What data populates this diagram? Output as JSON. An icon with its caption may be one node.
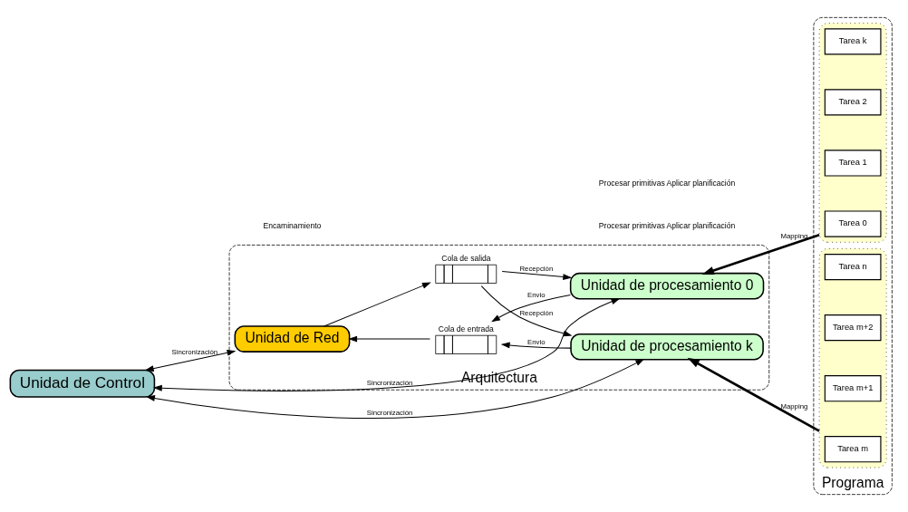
{
  "diagram": {
    "nodes": [
      {
        "text": [
          "Unidad de Control"
        ]
      },
      {
        "text": [
          "Arquitectura"
        ]
      },
      {
        "text": [
          "Unidad de Red"
        ],
        "in": 1
      },
      {
        "text": [
          "Cola de entrada"
        ],
        "in": 1
      },
      {
        "text": [
          "Cola de salida"
        ],
        "in": 1
      },
      {
        "text": [
          "Unidad de procesamiento 0"
        ],
        "in": 1
      },
      {
        "text": [
          "Unidad de procesamiento k"
        ],
        "in": 1
      },
      {
        "text": [
          "Programa"
        ]
      },
      {
        "text": [],
        "shape": "box",
        "in": 7
      },
      {
        "text": [
          "Tarea 0"
        ],
        "in": 8
      },
      {
        "text": [
          "Tarea 1"
        ],
        "in": 8
      },
      {
        "text": [
          "Tarea 2"
        ],
        "in": 8
      },
      {
        "text": [
          "Tarea k"
        ],
        "in": 8
      },
      {
        "text": [],
        "shape": "box",
        "in": 7
      },
      {
        "text": [
          "Tarea m"
        ],
        "in": 13
      },
      {
        "text": [
          "Tarea m+1"
        ],
        "in": 13
      },
      {
        "text": [
          "Tarea m+2"
        ],
        "in": 13
      },
      {
        "text": [
          "Tarea n"
        ],
        "in": 13
      }
    ],
    "edges": [
      {
        "from": 5,
        "to": 0,
        "arrow": "both",
        "label": "Sincronización"
      },
      {
        "from": 0,
        "to": 2,
        "arrow": "both",
        "label": "Sincronización"
      },
      {
        "from": 6,
        "to": 0,
        "arrow": "both",
        "label": "Sincronización"
      },
      {
        "from": 3,
        "to": 2,
        "arrow": "to"
      },
      {
        "from": 2,
        "to": 4,
        "arrow": "to"
      },
      {
        "from": 5,
        "to": 3,
        "arrow": "to",
        "label": "Envio"
      },
      {
        "from": 4,
        "to": 5,
        "arrow": "to",
        "label": "Recepción"
      },
      {
        "from": 6,
        "to": 3,
        "arrow": "to",
        "label": "Envio"
      },
      {
        "from": 4,
        "to": 6,
        "arrow": "to",
        "label": "Recepción"
      },
      {
        "from": 8,
        "to": 5,
        "arrow": "to",
        "label": "Mapping",
        "style": "thick"
      },
      {
        "from": 13,
        "to": 6,
        "arrow": "to",
        "label": "Mapping",
        "style": "thick"
      }
    ],
    "labels": [
      "Procesar primitivas Aplicar planificación",
      "Encaminamiento",
      "Procesar primitivas Aplicar planificación"
    ]
  }
}
